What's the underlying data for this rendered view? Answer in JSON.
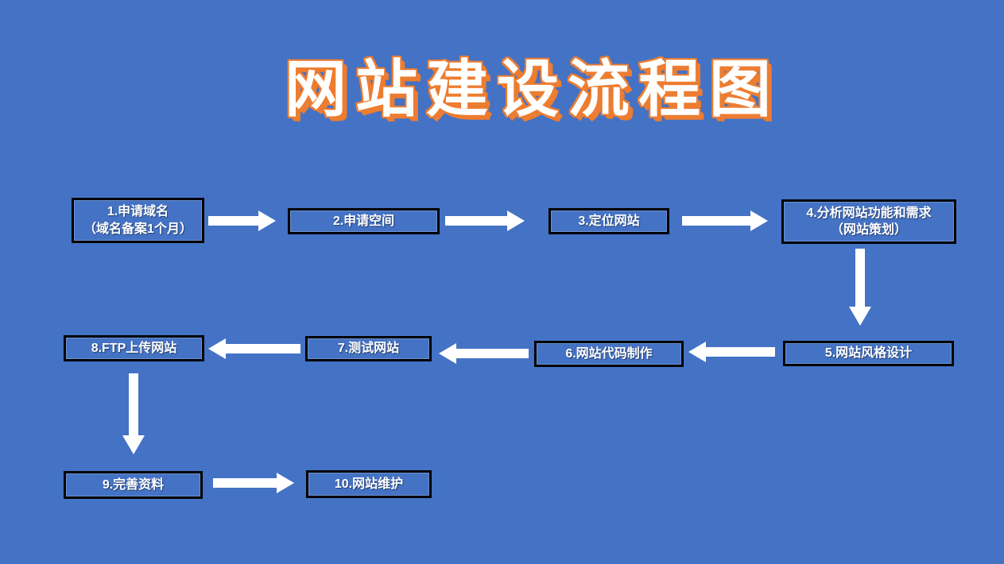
{
  "page": {
    "title": "网站建设流程图",
    "background_color": "#4472C4",
    "title_fill_color": "#FFFFFF",
    "title_outline_color": "#ED7D31"
  },
  "flowchart": {
    "box_border_color": "#000000",
    "box_text_color": "#FFFFFF",
    "arrow_color": "#FFFFFF",
    "steps": [
      {
        "id": "1",
        "lines": [
          "1.申请域名",
          "（域名备案1个月）"
        ]
      },
      {
        "id": "2",
        "lines": [
          "2.申请空间"
        ]
      },
      {
        "id": "3",
        "lines": [
          "3.定位网站"
        ]
      },
      {
        "id": "4",
        "lines": [
          "4.分析网站功能和需求",
          "（网站策划）"
        ]
      },
      {
        "id": "5",
        "lines": [
          "5.网站风格设计"
        ]
      },
      {
        "id": "6",
        "lines": [
          "6.网站代码制作"
        ]
      },
      {
        "id": "7",
        "lines": [
          "7.测试网站"
        ]
      },
      {
        "id": "8",
        "lines": [
          "8.FTP上传网站"
        ]
      },
      {
        "id": "9",
        "lines": [
          "9.完善资料"
        ]
      },
      {
        "id": "10",
        "lines": [
          "10.网站维护"
        ]
      }
    ],
    "connections": [
      {
        "from": "1",
        "to": "2",
        "direction": "right"
      },
      {
        "from": "2",
        "to": "3",
        "direction": "right"
      },
      {
        "from": "3",
        "to": "4",
        "direction": "right"
      },
      {
        "from": "4",
        "to": "5",
        "direction": "down"
      },
      {
        "from": "5",
        "to": "6",
        "direction": "left"
      },
      {
        "from": "6",
        "to": "7",
        "direction": "left"
      },
      {
        "from": "7",
        "to": "8",
        "direction": "left"
      },
      {
        "from": "8",
        "to": "9",
        "direction": "down"
      },
      {
        "from": "9",
        "to": "10",
        "direction": "right"
      }
    ]
  }
}
